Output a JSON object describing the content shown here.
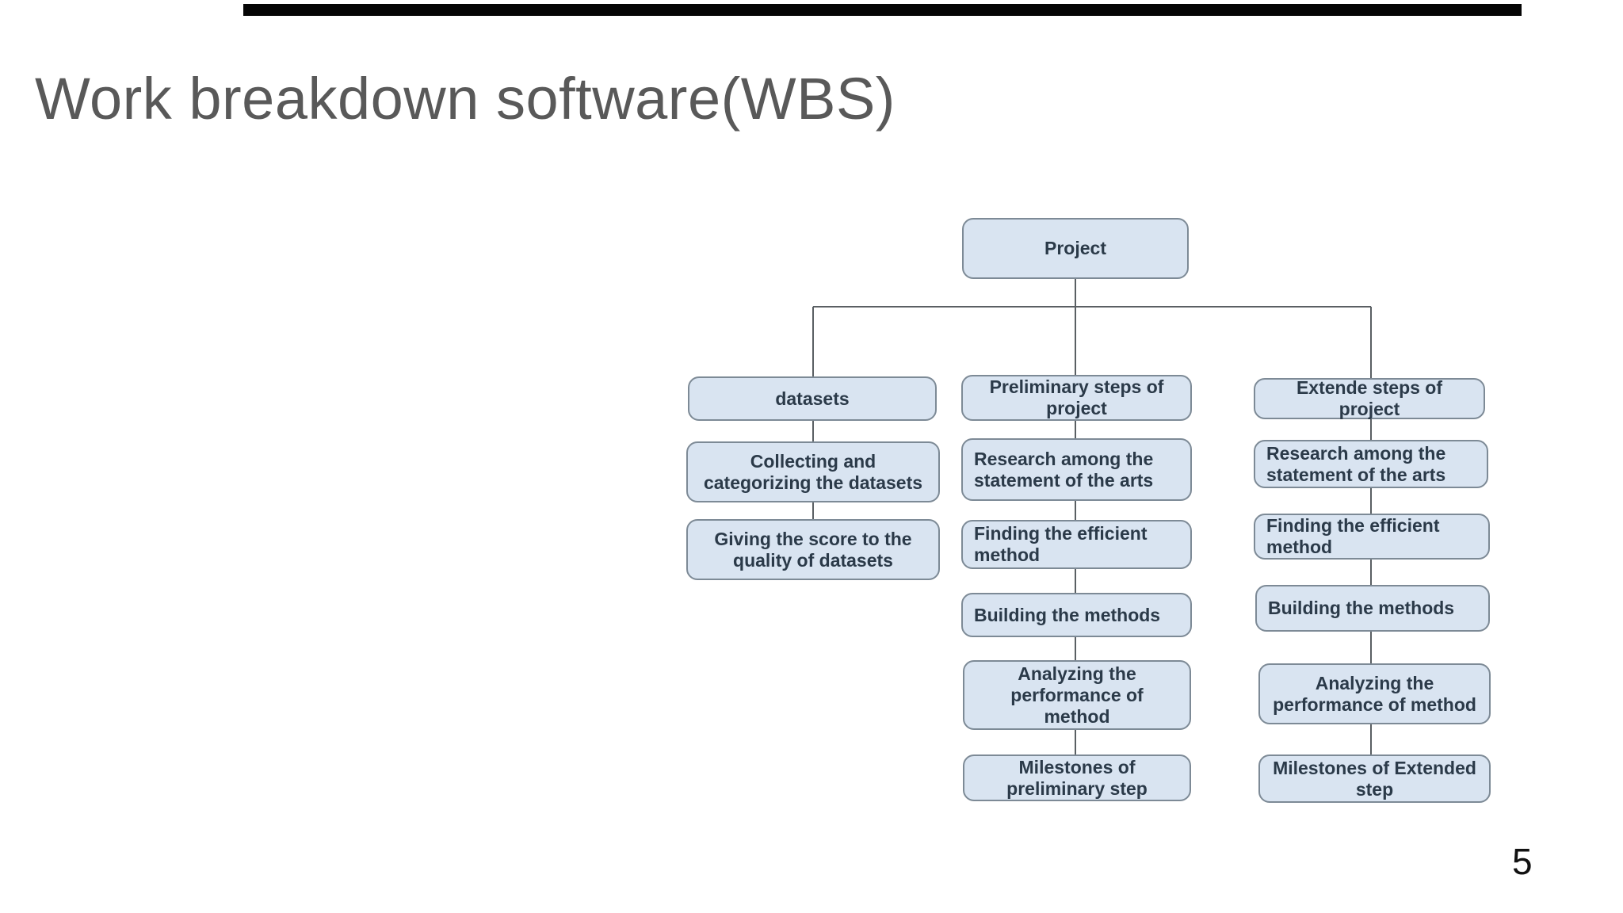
{
  "slide": {
    "title": "Work breakdown software(WBS)",
    "page_number": "5"
  },
  "colors": {
    "box_fill": "#d9e4f1",
    "box_border": "#7d8a96",
    "box_text": "#2b3a49",
    "connector": "#5a5f63",
    "title_text": "#595959",
    "top_bar": "#050505"
  },
  "diagram": {
    "root": {
      "label": "Project"
    },
    "columns": [
      {
        "header": "datasets",
        "steps": [
          "Collecting and\ncategorizing the datasets",
          "Giving the score to the\nquality of datasets"
        ]
      },
      {
        "header": "Preliminary steps of\nproject",
        "steps": [
          "Research among the\nstatement of the arts",
          "Finding the efficient\nmethod",
          "Building the methods",
          "Analyzing the\nperformance of\nmethod",
          "Milestones of\npreliminary step"
        ]
      },
      {
        "header": "Extende steps of\nproject",
        "steps": [
          "Research among the\nstatement of the arts",
          "Finding the efficient\nmethod",
          "Building the methods",
          "Analyzing the\nperformance of method",
          "Milestones of Extended\nstep"
        ]
      }
    ]
  }
}
